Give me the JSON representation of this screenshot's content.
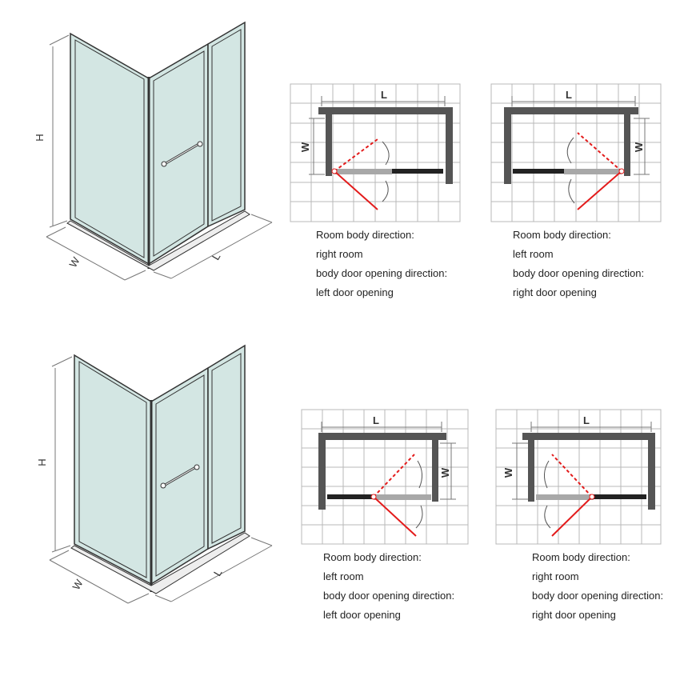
{
  "colors": {
    "glass": "#d3e6e3",
    "frame": "#ffffff",
    "frame_outline": "#333333",
    "wall": "#555555",
    "door_open": "#e31b1b",
    "grid": "#b8b8b8",
    "door_closed": "#a8a8a8"
  },
  "isometric_views": [
    {
      "height_label": "H",
      "width_label": "W",
      "length_label": "L"
    },
    {
      "height_label": "H",
      "width_label": "W",
      "length_label": "L"
    }
  ],
  "plans": [
    {
      "length_label": "L",
      "width_label": "W",
      "caption": [
        "Room body direction:",
        "right room",
        "body door opening direction:",
        "left door opening"
      ]
    },
    {
      "length_label": "L",
      "width_label": "W",
      "caption": [
        "Room body direction:",
        "left room",
        "body door opening direction:",
        "right door opening"
      ]
    },
    {
      "length_label": "L",
      "width_label": "W",
      "caption": [
        "Room body direction:",
        "left room",
        "body door opening direction:",
        "left door opening"
      ]
    },
    {
      "length_label": "L",
      "width_label": "W",
      "caption": [
        "Room body direction:",
        "right room",
        "body door opening direction:",
        "right door opening"
      ]
    }
  ]
}
